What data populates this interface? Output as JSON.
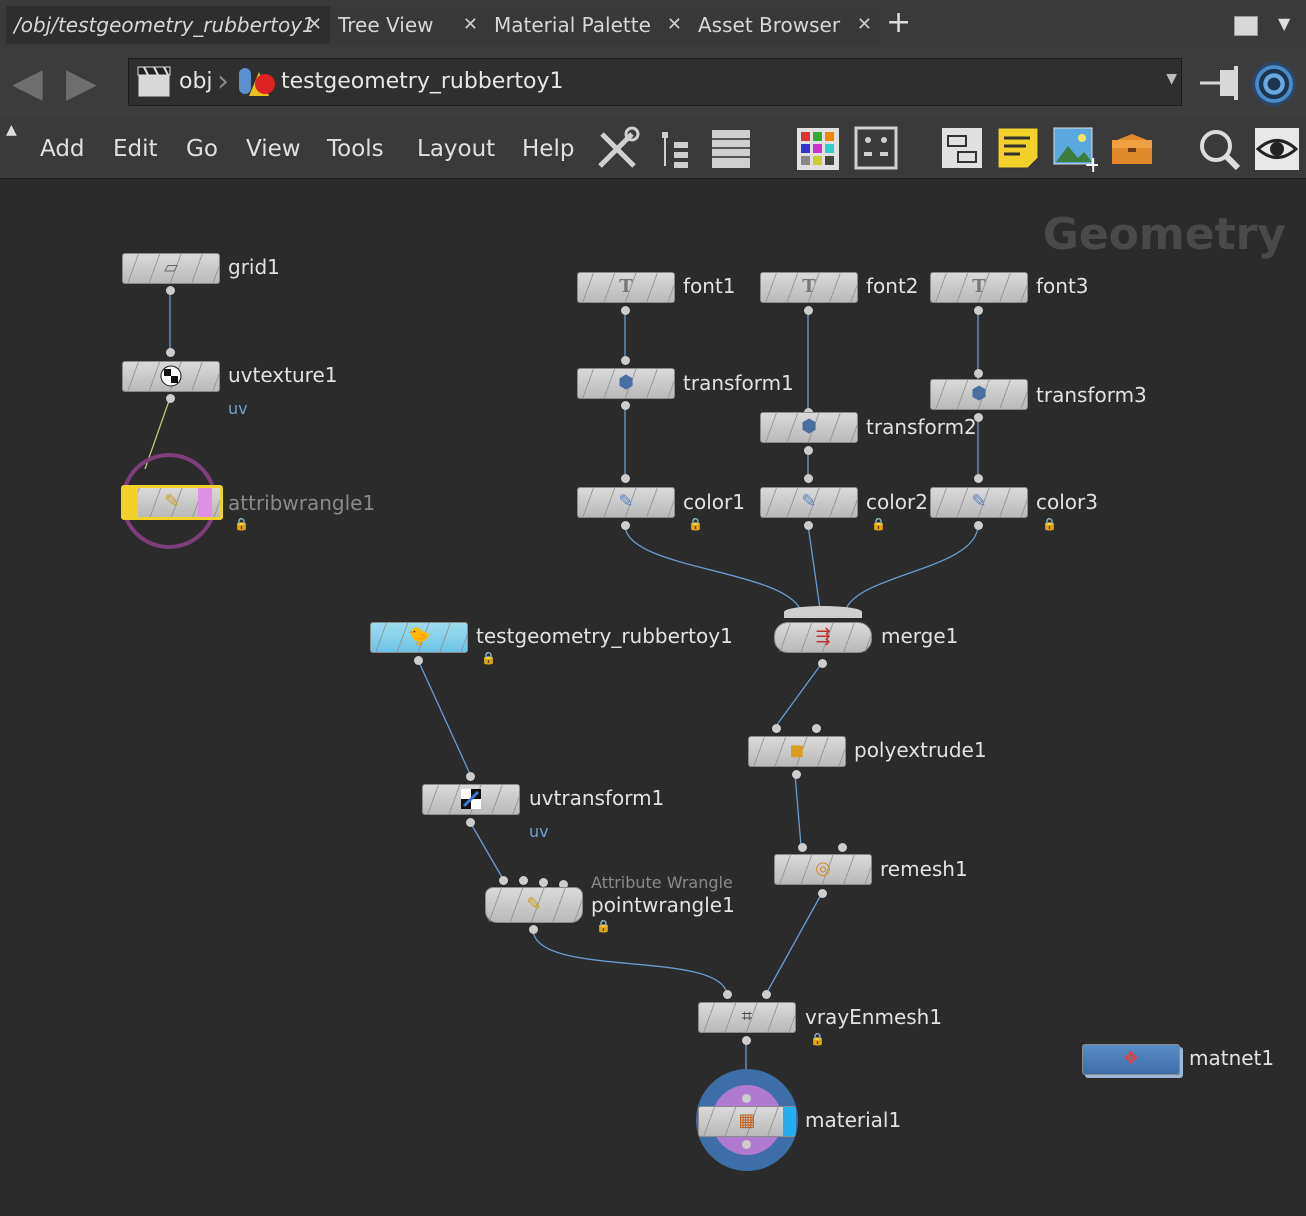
{
  "tabs": [
    {
      "label": "/obj/testgeometry_rubbertoy1",
      "active": true
    },
    {
      "label": "Tree View"
    },
    {
      "label": "Material Palette"
    },
    {
      "label": "Asset Browser"
    }
  ],
  "tab_close": "✕",
  "tab_add": "+",
  "path": {
    "obj": "obj",
    "geo": "testgeometry_rubbertoy1"
  },
  "menus": [
    "Add",
    "Edit",
    "Go",
    "View",
    "Tools",
    "Layout",
    "Help"
  ],
  "network": {
    "watermark": "Geometry",
    "nodes": {
      "grid1": "grid1",
      "uvtexture1": "uvtexture1",
      "uvtexture1_sub": "uv",
      "attribwrangle1": "attribwrangle1",
      "font1": "font1",
      "font2": "font2",
      "font3": "font3",
      "transform1": "transform1",
      "transform2": "transform2",
      "transform3": "transform3",
      "color1": "color1",
      "color2": "color2",
      "color3": "color3",
      "merge1": "merge1",
      "testgeometry_rubbertoy1": "testgeometry_rubbertoy1",
      "polyextrude1": "polyextrude1",
      "uvtransform1": "uvtransform1",
      "uvtransform1_sub": "uv",
      "remesh1": "remesh1",
      "pointwrangle1_comment": "Attribute Wrangle",
      "pointwrangle1": "pointwrangle1",
      "vrayEnmesh1": "vrayEnmesh1",
      "material1": "material1",
      "matnet1": "matnet1"
    }
  },
  "colors": {
    "wire": "#6a9bd0",
    "selected": "#f0d22a",
    "display": "#3e6ea8",
    "template": "#7d3f7a"
  }
}
